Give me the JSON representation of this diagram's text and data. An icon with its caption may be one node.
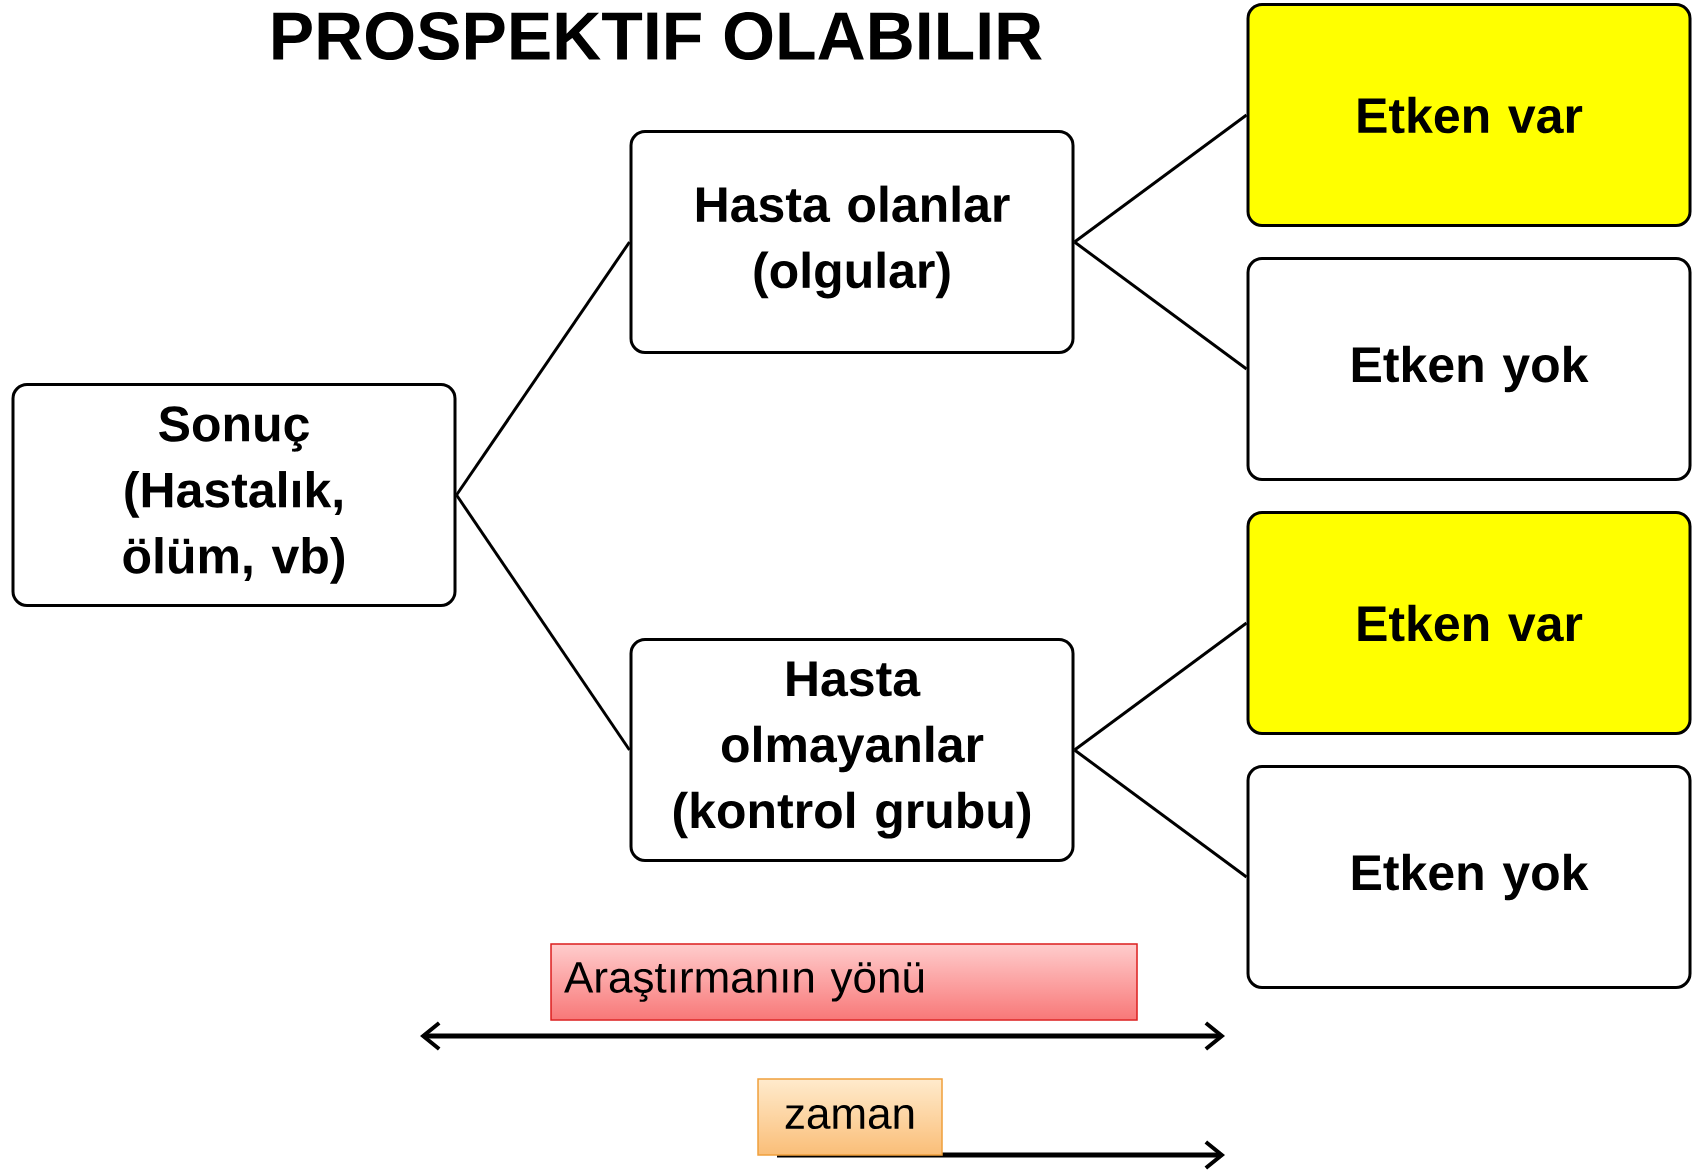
{
  "diagram": {
    "title": "PROSPEKTIF OLABILIR",
    "nodes": [
      {
        "text": [
          "Sonuç (Hastalık, ölüm, vb)"
        ]
      },
      {
        "text": [
          "Hasta olanlar (olgular)"
        ]
      },
      {
        "text": [
          "Hasta olmayanlar (kontrol grubu)"
        ]
      },
      {
        "text": [
          "Etken var"
        ]
      },
      {
        "text": [
          "Etken yok"
        ]
      },
      {
        "text": [
          "Etken var"
        ]
      },
      {
        "text": [
          "Etken yok"
        ]
      },
      {
        "text": [
          "Araştırmanın yönü"
        ]
      },
      {
        "text": [
          "zaman"
        ]
      }
    ],
    "edges": [
      {
        "from": 0,
        "to": 1,
        "arrow": "none"
      },
      {
        "from": 0,
        "to": 2,
        "arrow": "none"
      },
      {
        "from": 1,
        "to": 3,
        "arrow": "none"
      },
      {
        "from": 1,
        "to": 4,
        "arrow": "none"
      },
      {
        "from": 2,
        "to": 5,
        "arrow": "none"
      },
      {
        "from": 2,
        "to": 6,
        "arrow": "none"
      }
    ]
  }
}
